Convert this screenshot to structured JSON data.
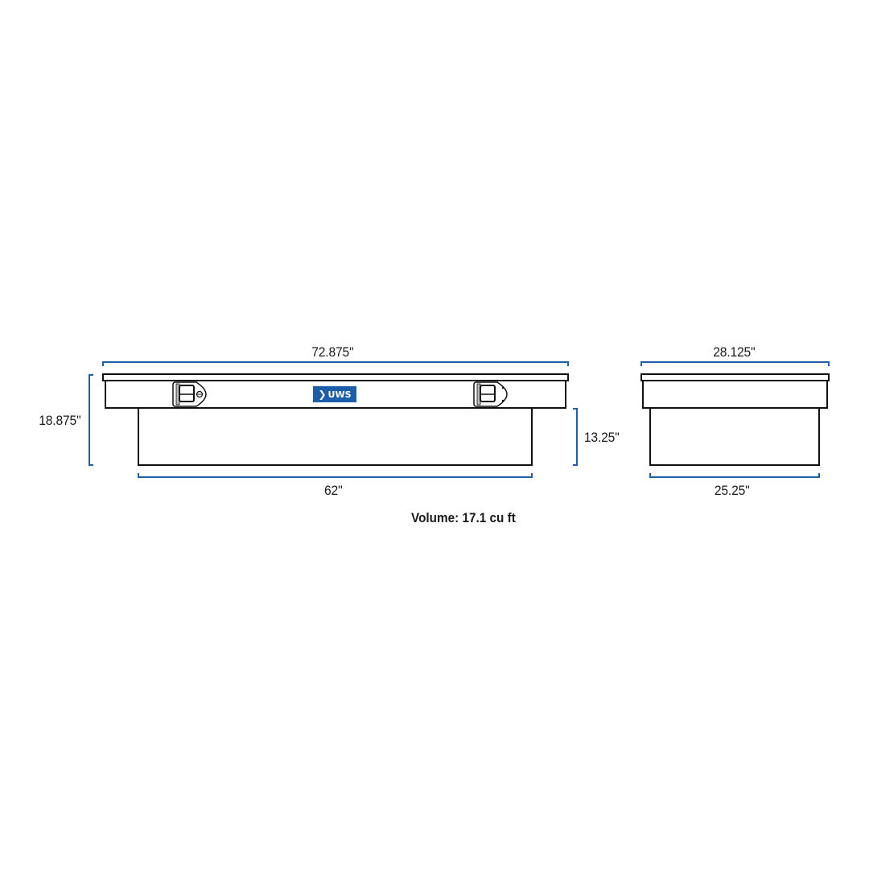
{
  "diagram": {
    "type": "dimension-drawing",
    "subject": "truck tool box",
    "brand_logo": "UWS",
    "front_view": {
      "overall_width": "72.875''",
      "overall_height": "18.875''",
      "lower_width": "62''",
      "lower_height": "13.25''",
      "latches": [
        "left-latch",
        "right-latch"
      ]
    },
    "side_view": {
      "overall_depth": "28.125''",
      "lower_depth": "25.25''"
    },
    "volume": "Volume: 17.1 cu ft"
  },
  "colors": {
    "dimension_line": "#1f5fa8",
    "outline": "#111111",
    "logo_bg": "#1d5eab"
  }
}
